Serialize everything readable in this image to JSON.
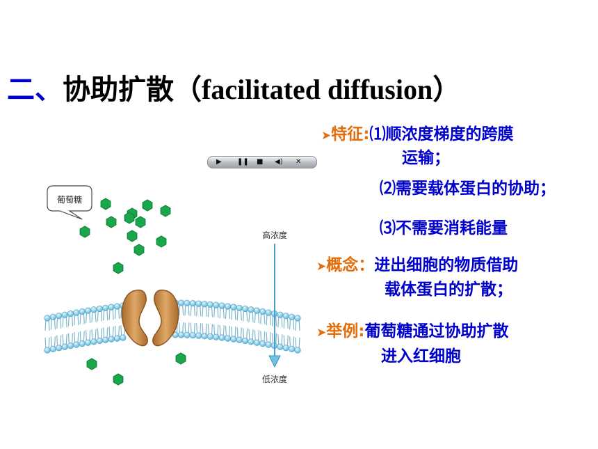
{
  "title": {
    "number": "二、",
    "heading": "协助扩散",
    "english": "（facilitated diffusion）"
  },
  "features": {
    "label": "特征",
    "colon": ":",
    "item1_line1": "⑴顺浓度梯度的跨膜",
    "item1_line2": "运输；",
    "item2": "⑵需要载体蛋白的协助；",
    "item3": "⑶不需要消耗能量"
  },
  "concept": {
    "label": "概念：",
    "line1": "进出细胞的物质借助",
    "line2": "载体蛋白的扩散；"
  },
  "example": {
    "label": "举例",
    "colon": ":",
    "line1": "葡萄糖通过协助扩散",
    "line2": "进入红细胞"
  },
  "diagram": {
    "glucose_label": "葡萄糖",
    "high_label": "高浓度",
    "low_label": "低浓度"
  },
  "player": {
    "play_icon": "play-icon",
    "pause_icon": "pause-icon",
    "stop_icon": "stop-icon",
    "volume_icon": "volume-icon",
    "close_icon": "close-icon"
  },
  "colors": {
    "title_number": "#0000cc",
    "keyword": "#e46c0a",
    "body_text": "#0000cc",
    "glucose": "#1aa64a",
    "protein": "#c9883a",
    "membrane": "#7ec6e2"
  }
}
